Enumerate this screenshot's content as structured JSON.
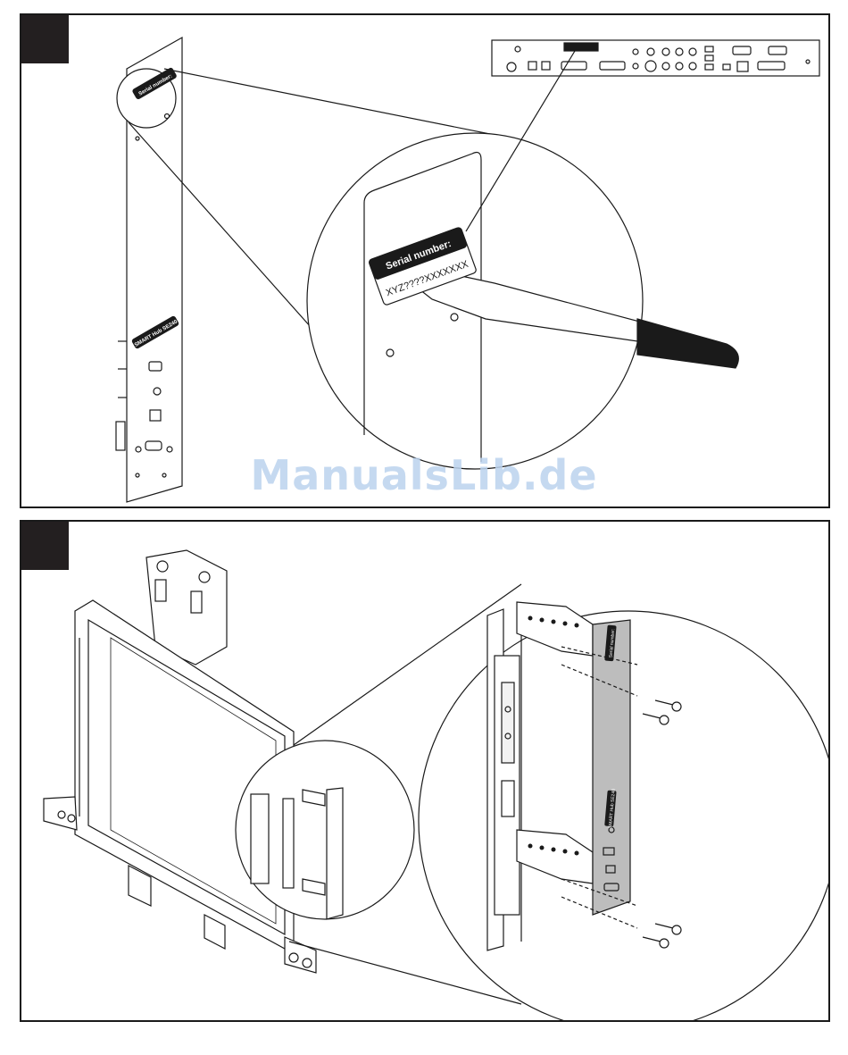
{
  "step1": {
    "label_title": "Serial number:",
    "serial_value": "XYZ????XXXXXXX",
    "small_label_text": "Serial number:",
    "hub_label": "SMART Hub SE240"
  },
  "step2": {
    "plate_label": "Serial number:",
    "hub_label": "SMART Hub SE240"
  },
  "watermark": "ManualsLib.de",
  "colors": {
    "frame": "#1a1a1a",
    "plate_fill": "#bdbdbd",
    "watermark": "#bcd3ee"
  }
}
